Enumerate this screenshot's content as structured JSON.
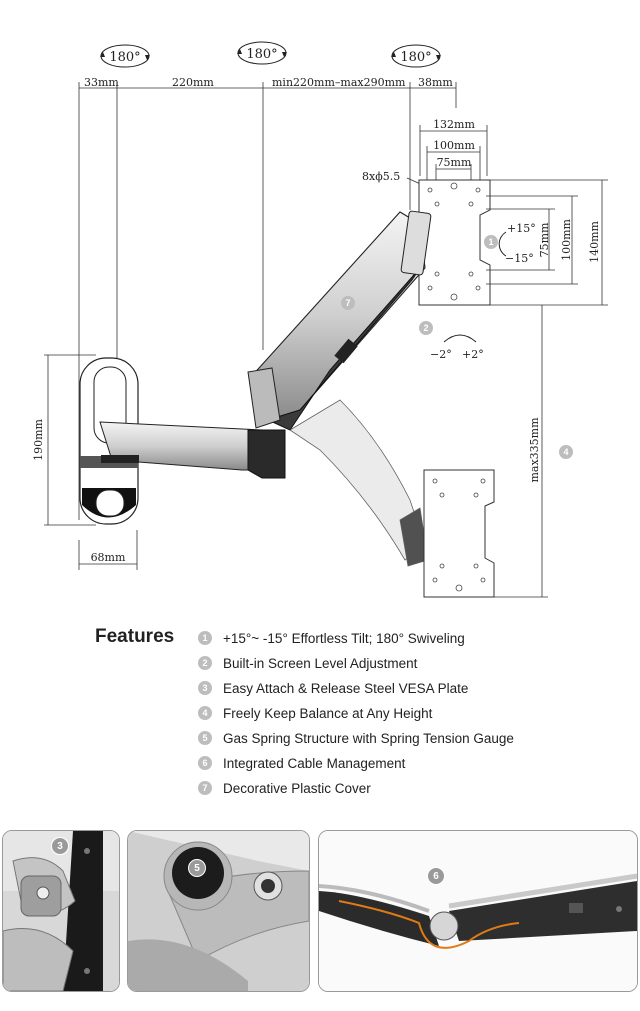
{
  "diagram": {
    "rotations": [
      "180°",
      "180°",
      "180°"
    ],
    "dims": {
      "d33": "33mm",
      "d220": "220mm",
      "reach": "min220mm–max290mm",
      "d38": "38mm",
      "d132": "132mm",
      "d100h": "100mm",
      "d75h": "75mm",
      "holes": "8xϕ5.5",
      "d75v": "75mm",
      "d100v": "100mm",
      "d140": "140mm",
      "d190": "190mm",
      "d68": "68mm",
      "max335": "max335mm"
    },
    "tilt": {
      "plus": "+15°",
      "minus": "−15°"
    },
    "level": {
      "minus": "−2°",
      "plus": "+2°"
    },
    "badges": {
      "b1": "1",
      "b2": "2",
      "b4": "4",
      "b7": "7"
    }
  },
  "features": {
    "title": "Features",
    "items": [
      {
        "num": "1",
        "text": "+15°~ -15° Effortless Tilt; 180° Swiveling"
      },
      {
        "num": "2",
        "text": "Built-in Screen Level Adjustment"
      },
      {
        "num": "3",
        "text": "Easy Attach & Release Steel VESA Plate"
      },
      {
        "num": "4",
        "text": "Freely Keep Balance at Any Height"
      },
      {
        "num": "5",
        "text": "Gas Spring Structure with Spring Tension Gauge"
      },
      {
        "num": "6",
        "text": "Integrated Cable Management"
      },
      {
        "num": "7",
        "text": "Decorative Plastic Cover"
      }
    ]
  },
  "photos": {
    "p3": "3",
    "p5": "5",
    "p6": "6"
  },
  "colors": {
    "badge": "#bdbdbd",
    "cable": "#e07a16"
  }
}
